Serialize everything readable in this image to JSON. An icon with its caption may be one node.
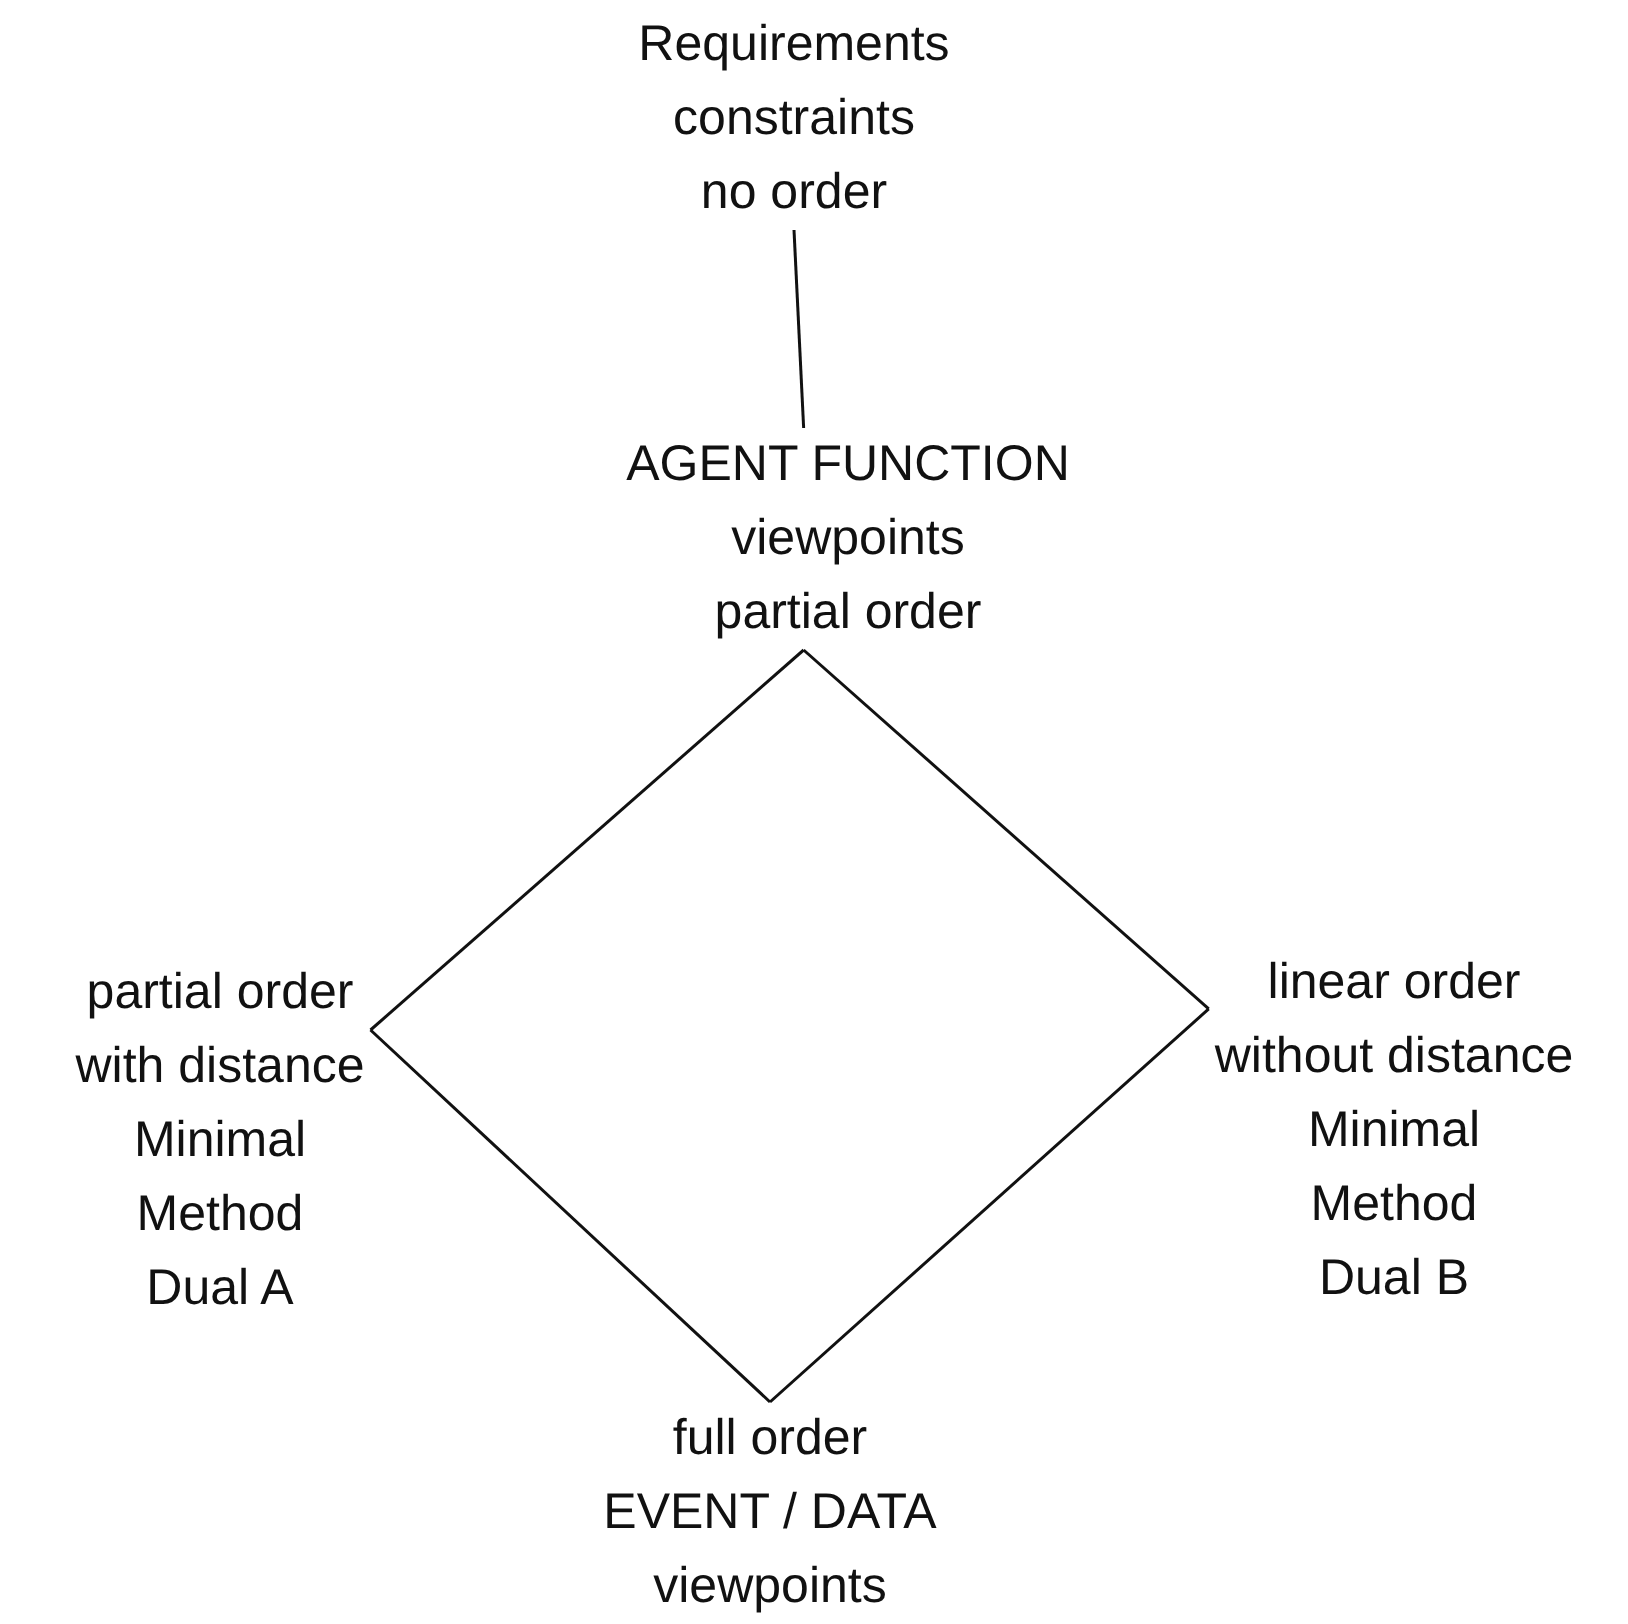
{
  "diagram": {
    "nodes": [
      {
        "text": [
          "Requirements",
          "constraints",
          "no order"
        ]
      },
      {
        "text": [
          "AGENT FUNCTION",
          "viewpoints",
          "partial order"
        ]
      },
      {
        "text": [
          "partial order",
          "with distance",
          "Minimal",
          "Method",
          "Dual A"
        ]
      },
      {
        "text": [
          "linear order",
          "without distance",
          "Minimal",
          "Method",
          "Dual B"
        ]
      },
      {
        "text": [
          "full order",
          "EVENT / DATA",
          "viewpoints"
        ]
      }
    ],
    "edges": [
      {
        "from": 0,
        "to": 1,
        "arrow": "none"
      },
      {
        "from": 1,
        "to": 2,
        "arrow": "none"
      },
      {
        "from": 1,
        "to": 3,
        "arrow": "none"
      },
      {
        "from": 2,
        "to": 4,
        "arrow": "none"
      },
      {
        "from": 3,
        "to": 4,
        "arrow": "none"
      }
    ]
  }
}
